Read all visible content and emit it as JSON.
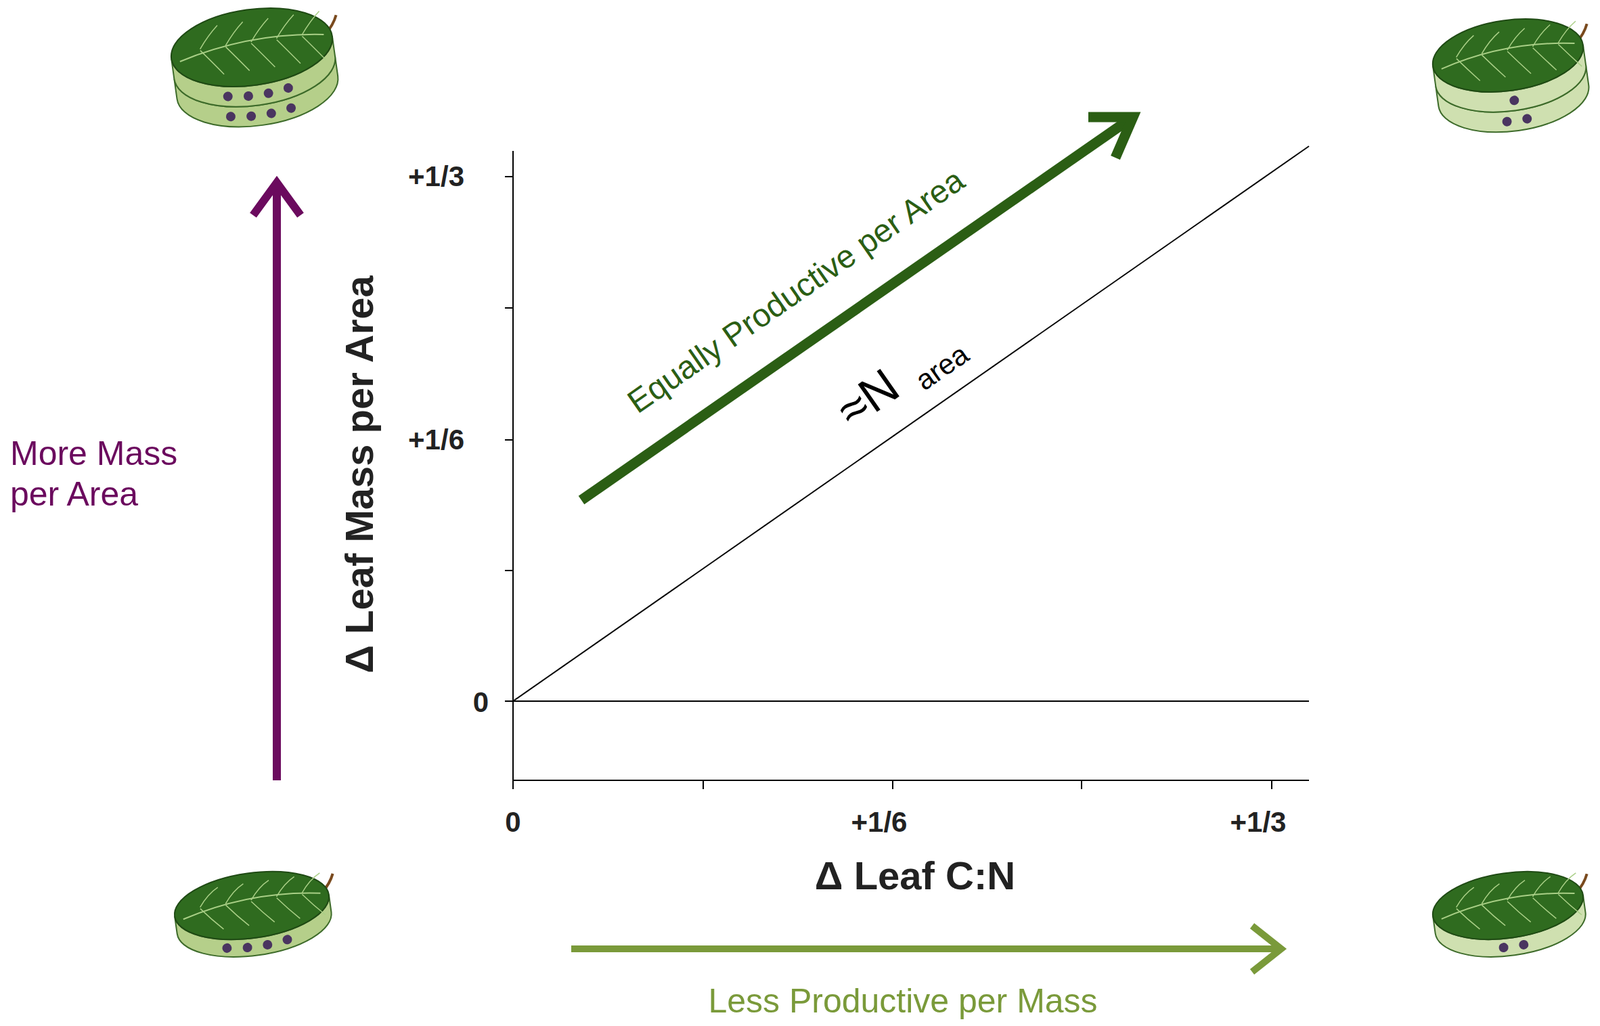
{
  "diagram": {
    "labels": [
      "+1/3",
      "+1/6",
      "0",
      "0",
      "+1/6",
      "+1/3",
      "Δ Leaf Mass per Area",
      "Δ Leaf C:N",
      "Equally Productive per Area",
      "≈N",
      "area",
      "More Mass per Area",
      "Less Productive per Mass"
    ]
  }
}
